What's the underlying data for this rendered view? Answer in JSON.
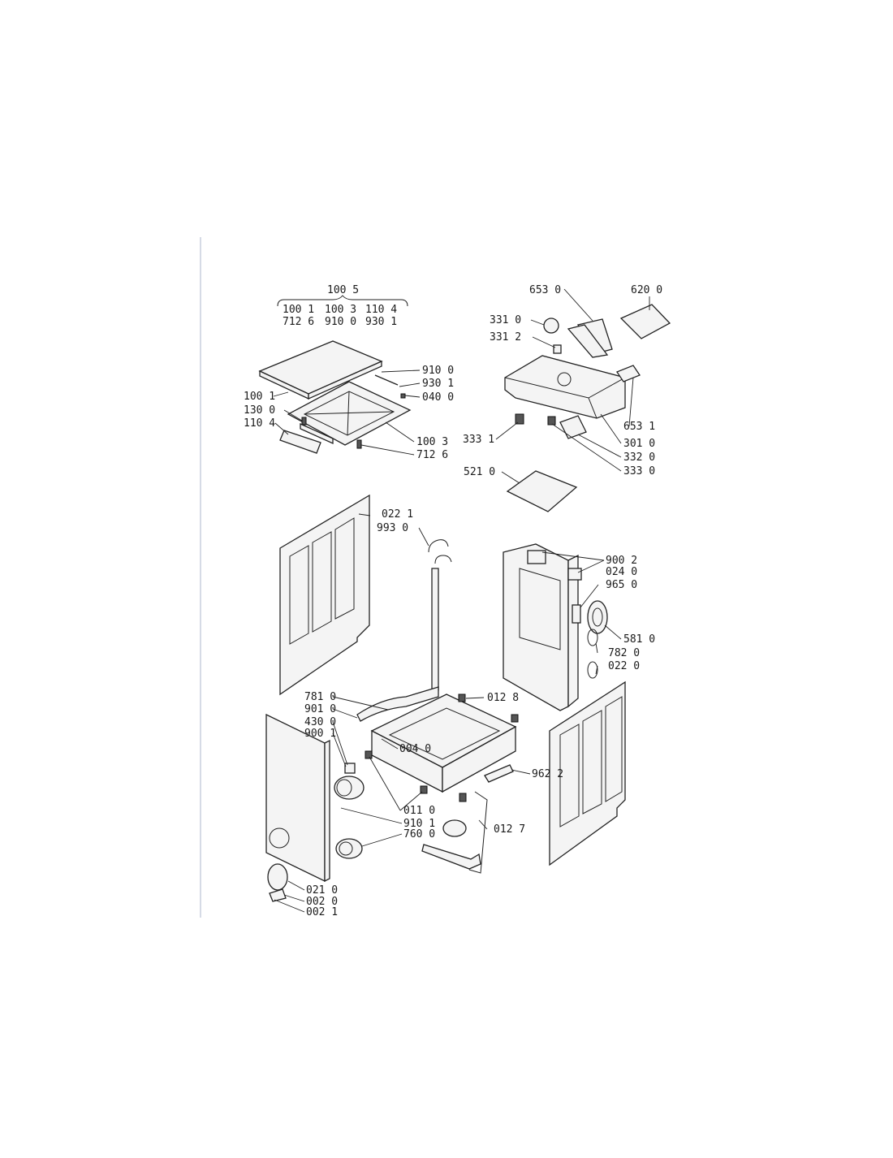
{
  "labels": {
    "l1005": "100 5",
    "l1001a": "100 1",
    "l1003a": "100 3",
    "l1104a": "110 4",
    "l7126a": "712 6",
    "l9100a": "910 0",
    "l9301a": "930 1",
    "l9100": "910 0",
    "l9301": "930 1",
    "l0400": "040 0",
    "l1001": "100 1",
    "l1300": "130 0",
    "l1104": "110 4",
    "l1003": "100 3",
    "l7126": "712 6",
    "l6530": "653 0",
    "l6200": "620 0",
    "l3310": "331 0",
    "l3312": "331 2",
    "l6531": "653 1",
    "l3331": "333 1",
    "l3010": "301 0",
    "l3320": "332 0",
    "l3330": "333 0",
    "l5210": "521 0",
    "l0221": "022 1",
    "l9930": "993 0",
    "l9002": "900 2",
    "l0240": "024 0",
    "l9650": "965 0",
    "l5810": "581 0",
    "l7820": "782 0",
    "l0220": "022 0",
    "l7810": "781 0",
    "l9010": "901 0",
    "l4300": "430 0",
    "l9001": "900 1",
    "l0128": "012 8",
    "l0040": "004 0",
    "l9622": "962 2",
    "l0110": "011 0",
    "l9101": "910 1",
    "l7600": "760 0",
    "l0127": "012 7",
    "l0210": "021 0",
    "l0200": "002 0",
    "l0021": "002 1"
  }
}
